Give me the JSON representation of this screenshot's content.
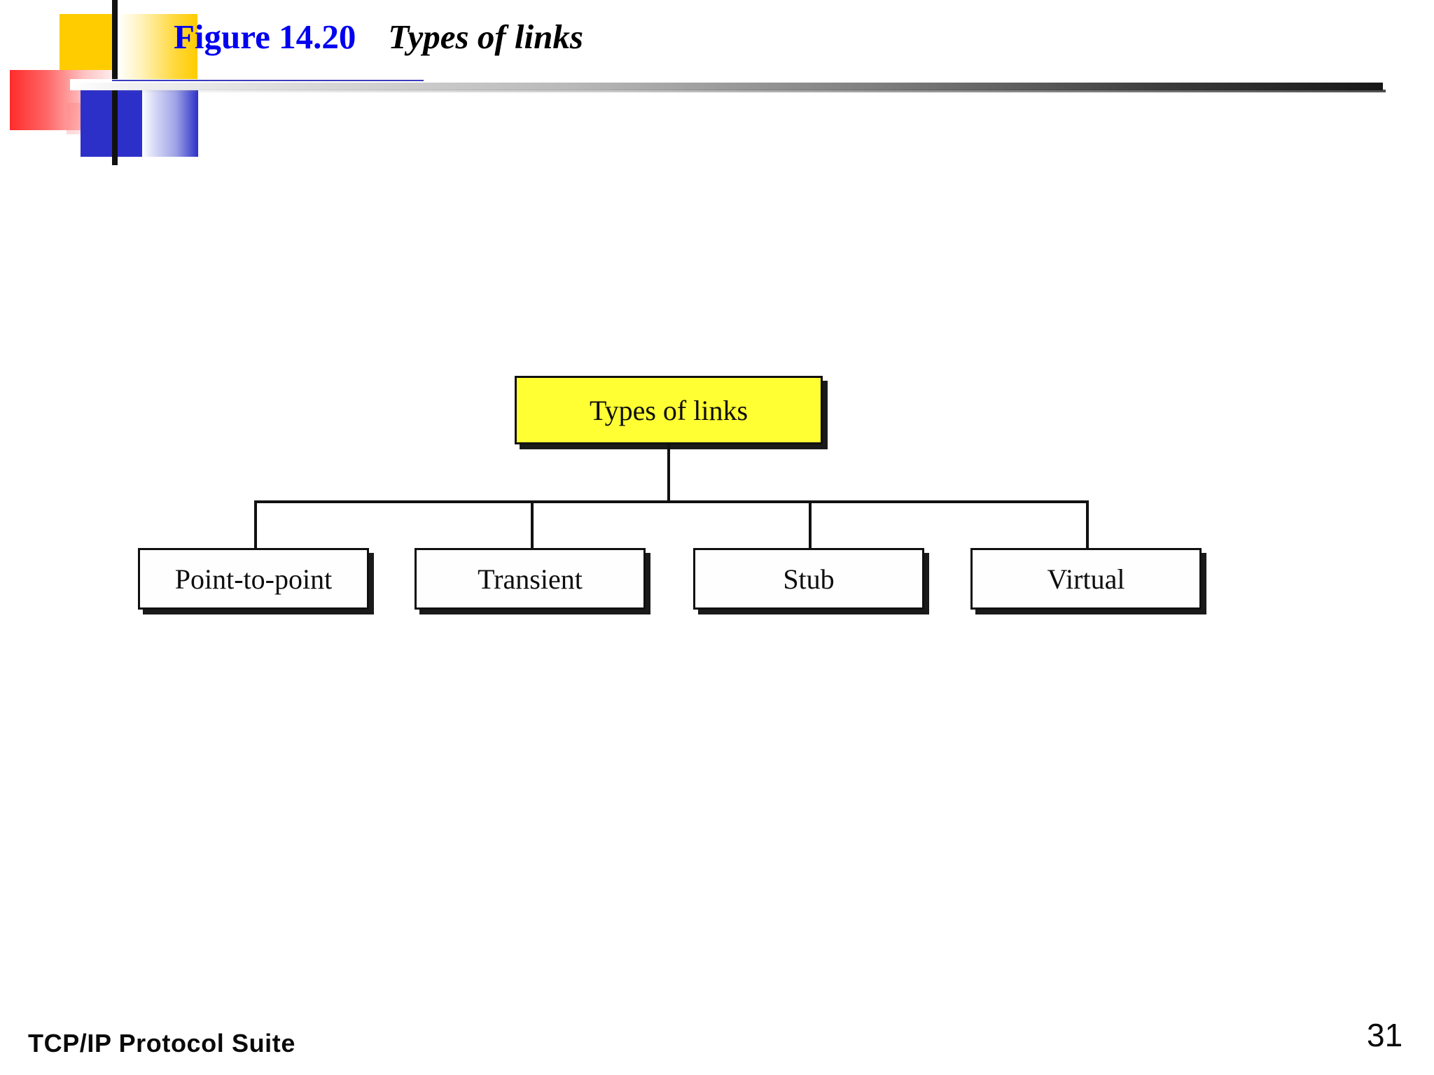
{
  "slide": {
    "figure_number": "Figure 14.20",
    "figure_caption": "Types of links",
    "footer_label": "TCP/IP Protocol Suite",
    "page_number": "31",
    "colors": {
      "figure_number_color": "#0000F0",
      "caption_color": "#000000",
      "root_node_fill": "#FFFF33",
      "child_node_fill": "#FEFEFE",
      "node_border": "#101010",
      "decor_yellow": "#FFCC00",
      "decor_blue": "#2D30C8",
      "decor_red": "#FF2B2B"
    }
  },
  "chart_data": {
    "type": "diagram",
    "subtype": "tree",
    "title": "Types of links",
    "root": {
      "label": "Types of links",
      "fill": "#FFFF33"
    },
    "children": [
      {
        "label": "Point-to-point",
        "fill": "#FEFEFE"
      },
      {
        "label": "Transient",
        "fill": "#FEFEFE"
      },
      {
        "label": "Stub",
        "fill": "#FEFEFE"
      },
      {
        "label": "Virtual",
        "fill": "#FEFEFE"
      }
    ],
    "edges": [
      {
        "from": "Types of links",
        "to": "Point-to-point"
      },
      {
        "from": "Types of links",
        "to": "Transient"
      },
      {
        "from": "Types of links",
        "to": "Stub"
      },
      {
        "from": "Types of links",
        "to": "Virtual"
      }
    ]
  }
}
